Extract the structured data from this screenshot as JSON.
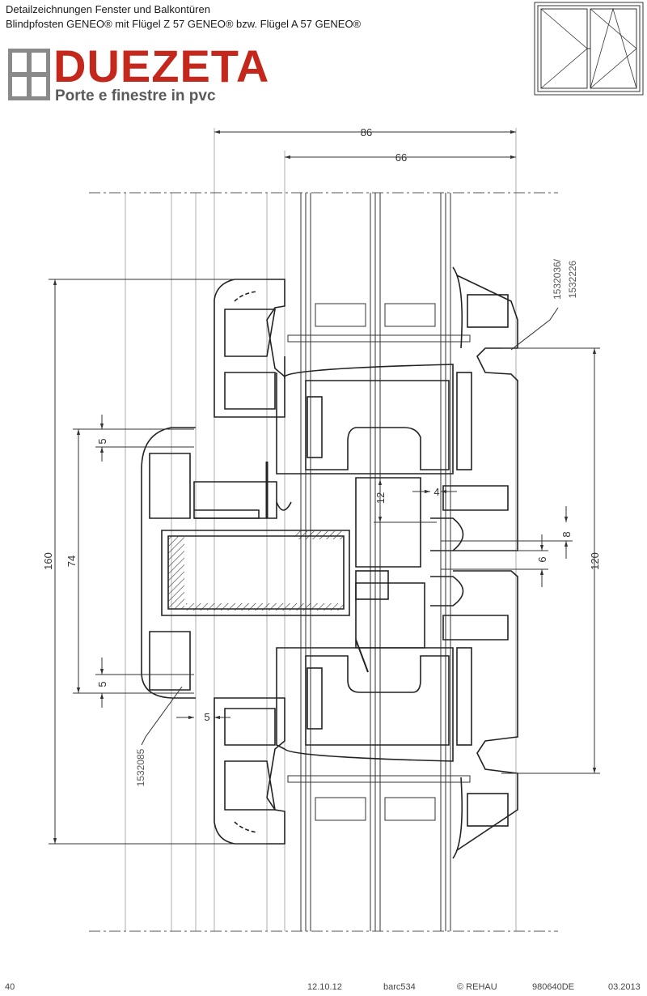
{
  "header": {
    "line1": "Detailzeichnungen Fenster und Balkontüren",
    "line2": "Blindpfosten GENEO® mit Flügel Z 57 GENEO® bzw. Flügel A 57 GENEO®"
  },
  "logo": {
    "name": "DUEZETA",
    "tagline": "Porte e finestre in pvc",
    "color": "#c4281c"
  },
  "dimensions": {
    "d86": "86",
    "d66": "66",
    "d160": "160",
    "d74": "74",
    "d120": "120",
    "d5a": "5",
    "d5b": "5",
    "d5c": "5",
    "d12": "12",
    "d4": "4",
    "d8": "8",
    "d6": "6"
  },
  "part_numbers": {
    "top_right_1": "1532036/",
    "top_right_2": "1532226",
    "bottom_left": "1532085"
  },
  "footer": {
    "page": "40",
    "date": "12.10.12",
    "code": "barc534",
    "copyright": "© REHAU",
    "doc": "980640DE",
    "edition": "03.2013"
  }
}
